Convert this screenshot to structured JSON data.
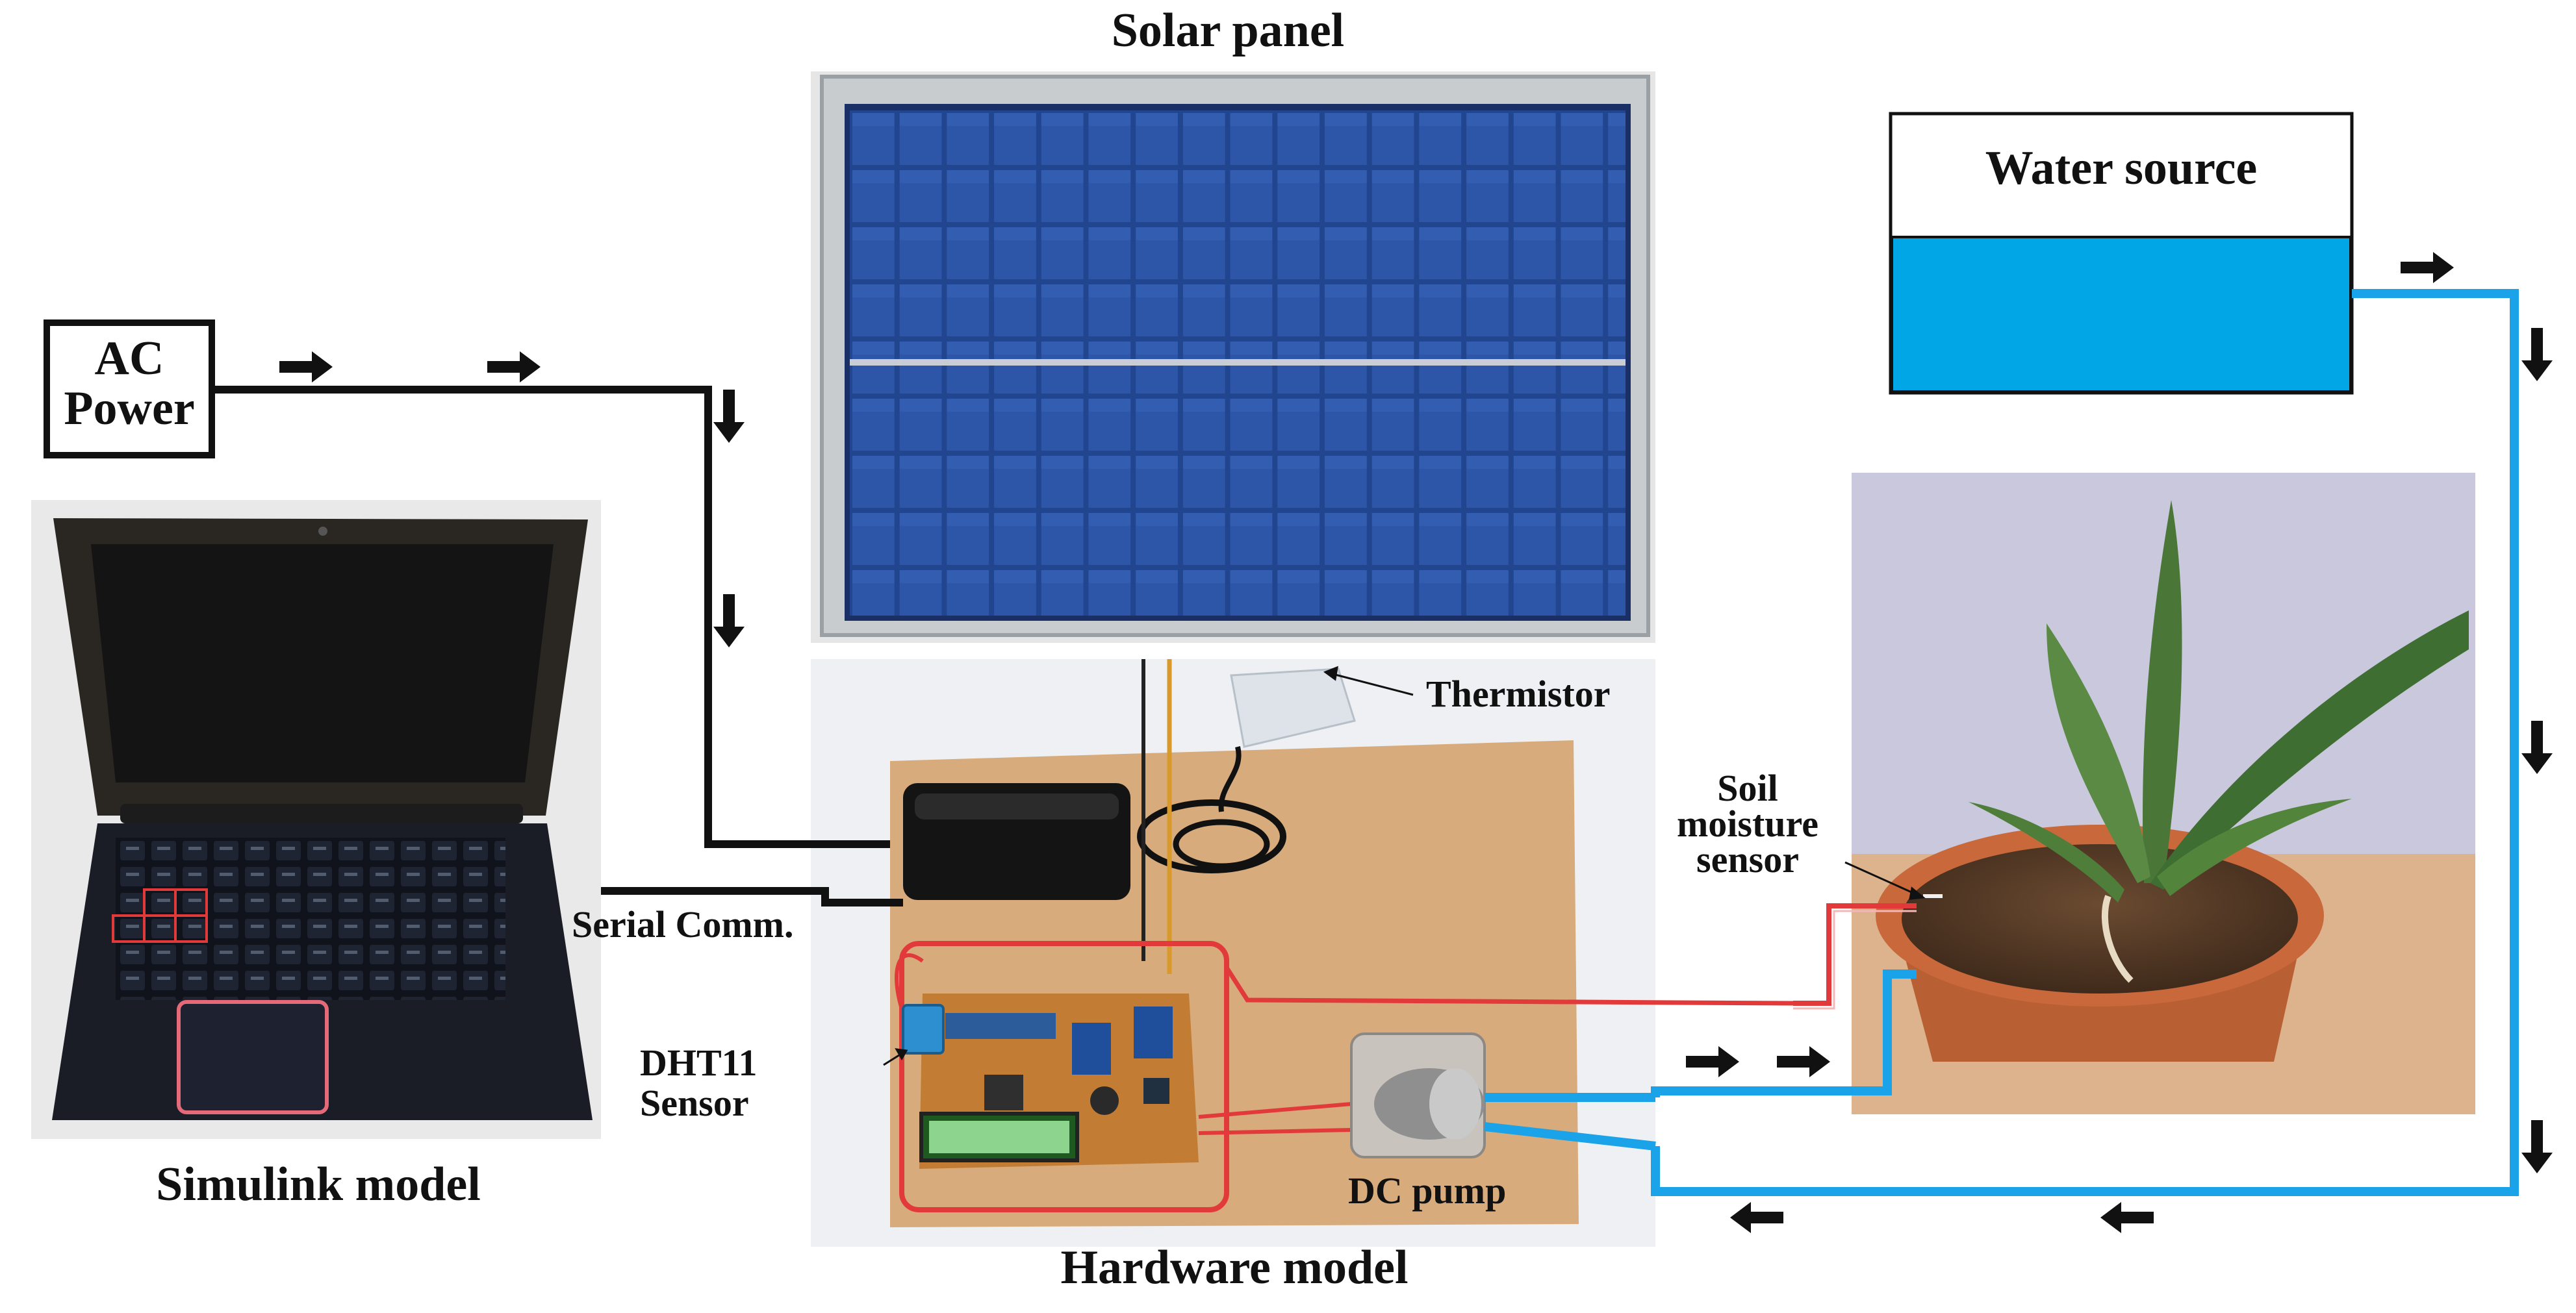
{
  "labels": {
    "solar_panel": "Solar panel",
    "water_source": "Water source",
    "ac_power_line1": "AC",
    "ac_power_line2": "Power",
    "thermistor": "Thermistor",
    "soil_sensor_line1": "Soil",
    "soil_sensor_line2": "moisture",
    "soil_sensor_line3": "sensor",
    "serial_comm": "Serial Comm.",
    "dht11_line1": "DHT11",
    "dht11_line2": "Sensor",
    "dc_pump": "DC pump",
    "simulink_model": "Simulink model",
    "hardware_model": "Hardware model"
  },
  "colors": {
    "power_line": "#111111",
    "water_pipe": "#1aa3e8",
    "water_fill": "#00a6e6",
    "sensor_wire": "#e23a3a",
    "solar_cell": "#1f3f8f",
    "pcb": "#c9862f",
    "board": "#d4a877",
    "pot": "#c0673c",
    "plant": "#4f7d3a"
  },
  "icons": {
    "flow_arrow": "arrow-icon",
    "laptop": "laptop-icon",
    "solar": "solar-panel-icon",
    "plant": "potted-plant-icon"
  }
}
